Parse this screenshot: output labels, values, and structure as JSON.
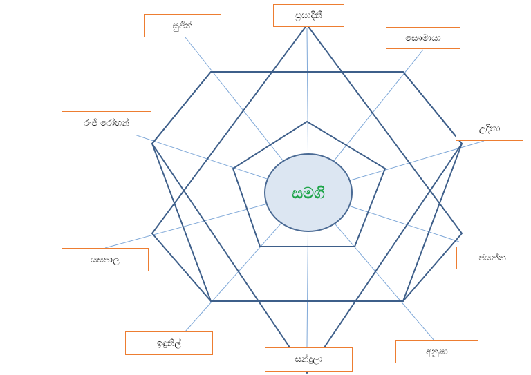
{
  "center": {
    "label": "සමගි",
    "text_color": "#1FA54A",
    "fill": "#DCE6F2",
    "stroke": "#4A6A94"
  },
  "colors": {
    "polygon_stroke": "#3E5F8A",
    "spoke": "#7FA8D8",
    "box_border": "#ED7D31"
  },
  "nodes": [
    {
      "id": "prasadini",
      "label": "ප්‍රසාදිනී"
    },
    {
      "id": "somaya",
      "label": "සෞමායා"
    },
    {
      "id": "uditha",
      "label": "උදිතා"
    },
    {
      "id": "jayantha",
      "label": "ජයන්ත"
    },
    {
      "id": "anusha",
      "label": "අනූෂා"
    },
    {
      "id": "sandula",
      "label": "සන්දුලා"
    },
    {
      "id": "indunil",
      "label": "ඉඳුනිල්"
    },
    {
      "id": "yasapala",
      "label": "යසපාල"
    },
    {
      "id": "ranji",
      "label": "රංජි රෝහන්"
    },
    {
      "id": "sujith",
      "label": "සුජිත්"
    }
  ]
}
